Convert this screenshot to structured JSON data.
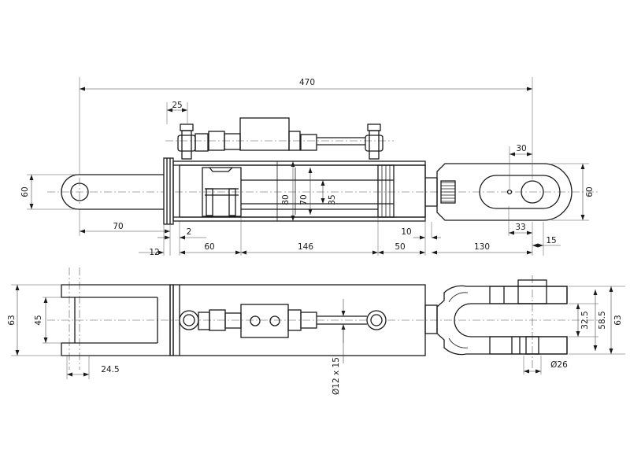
{
  "diagram": {
    "type": "engineering-drawing",
    "subject": "hydraulic cylinder",
    "line_color": "#1a1a1a",
    "background": "#ffffff"
  },
  "dims": {
    "overall_length": "470",
    "fitting_pitch": "25",
    "eye_height_left": "60",
    "eye_offset_left": "70",
    "gap_small": "2",
    "offset_12": "12",
    "port_spacing": "60",
    "stroke": "146",
    "rod_offset": "50",
    "clevis_length": "130",
    "rod_step": "10",
    "clevis_slot": "30",
    "clevis_hole": "33",
    "clevis_tip": "15",
    "clevis_height": "60",
    "bore_outer": "80",
    "bore_inner": "70",
    "rod_dia": "35",
    "eye_width": "63",
    "fork_gap": "45",
    "fork_offset": "24.5",
    "tube_size": "Ø12 x 15",
    "pin_dia": "Ø26",
    "clevis_inner": "32.5",
    "clevis_mid": "58.5",
    "clevis_outer": "63"
  }
}
